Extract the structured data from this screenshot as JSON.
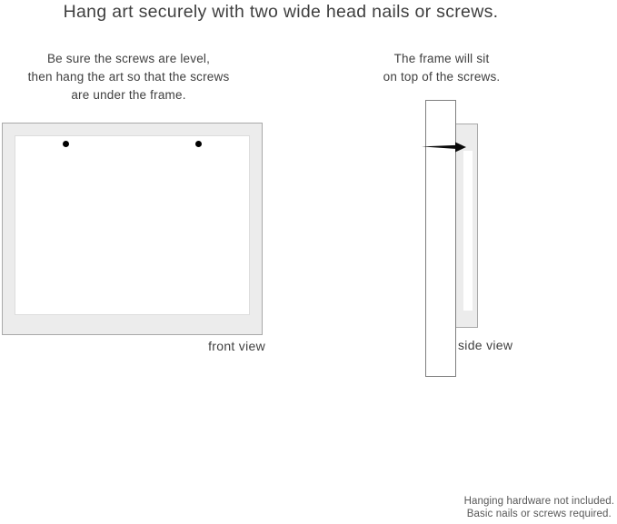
{
  "title": "Hang art securely with two wide head nails or screws.",
  "instructions": {
    "front": {
      "lines": [
        "Be sure the screws are level,",
        "then hang the art so that the screws",
        "are under the frame."
      ]
    },
    "side": {
      "lines": [
        "The frame will sit",
        "on top of the screws."
      ]
    }
  },
  "diagrams": {
    "front": {
      "label": "front view",
      "screw_count": 2
    },
    "side": {
      "label": "side view"
    }
  },
  "footer": {
    "lines": [
      "Hanging hardware not included.",
      "Basic nails or screws required."
    ]
  },
  "colors": {
    "text": "#3f3f3f",
    "frame_fill": "#ececec",
    "frame_border": "#a9a9a9",
    "wall_border": "#7f7f7f",
    "accent_black": "#000000",
    "footer_text": "#585858"
  }
}
